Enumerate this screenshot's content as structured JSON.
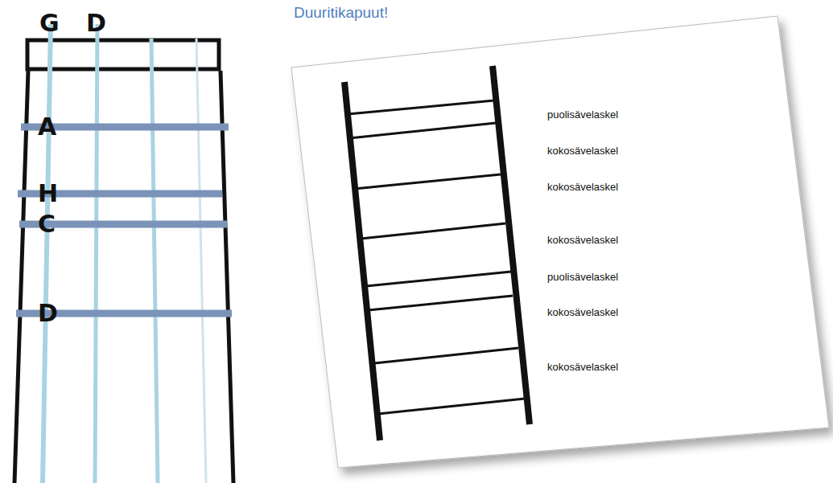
{
  "diagram": {
    "title": "Duuritikapuut!",
    "labels": [
      "G",
      "D",
      "A",
      "H",
      "C",
      "D",
      "puolisävelaskel",
      "kokosävelaskel",
      "kokosävelaskel",
      "kokosävelaskel",
      "puolisävelaskel",
      "kokosävelaskel",
      "kokosävelaskel"
    ]
  }
}
